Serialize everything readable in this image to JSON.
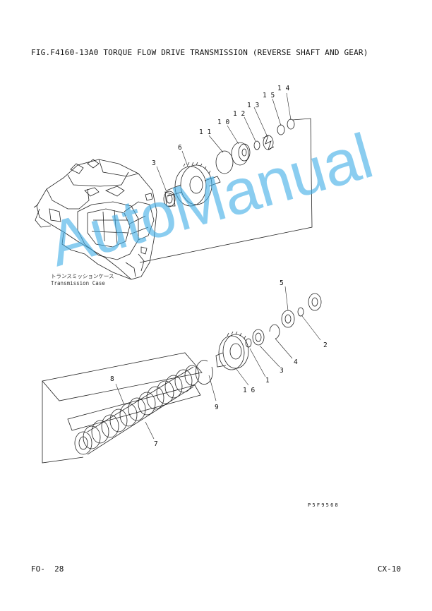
{
  "header": {
    "title": "FIG.F4160-13A0  TORQUE FLOW DRIVE TRANSMISSION (REVERSE SHAFT AND GEAR)"
  },
  "callouts": {
    "c14": "1 4",
    "c15": "1 5",
    "c13": "1 3",
    "c12": "1 2",
    "c10": "1 0",
    "c11": "1 1",
    "c6": "6",
    "c3a": "3",
    "c5": "5",
    "c2": "2",
    "c4": "4",
    "c3b": "3",
    "c1": "1",
    "c16": "1 6",
    "c9": "9",
    "c8": "8",
    "c7": "7"
  },
  "case_label": {
    "jp": "トランスミッションケース",
    "en": "Transmission Case"
  },
  "drawing_code": "P5F9568",
  "footer": {
    "left": "FO-  28",
    "right": "CX-10"
  },
  "watermark": {
    "text": "AutoManual",
    "color": "#42aee6"
  }
}
